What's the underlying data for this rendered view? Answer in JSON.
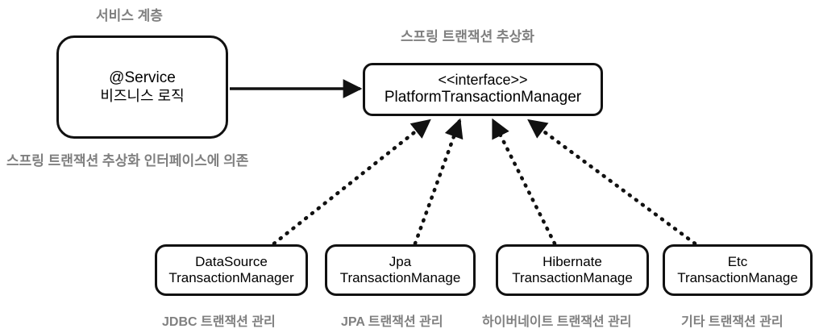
{
  "diagram": {
    "title_captions": {
      "service_layer": "서비스 계층",
      "spring_tx_abstraction": "스프링 트랜잭션 추상화",
      "depends_on_interface": "스프링 트랜잭션 추상화 인터페이스에 의존"
    },
    "service_node": {
      "line1": "@Service",
      "line2": "비즈니스 로직"
    },
    "interface_node": {
      "line1": "<<interface>>",
      "line2": "PlatformTransactionManager"
    },
    "implementations": [
      {
        "line1": "DataSource",
        "line2": "TransactionManager",
        "caption": "JDBC 트랜잭션 관리"
      },
      {
        "line1": "Jpa",
        "line2": "TransactionManage",
        "caption": "JPA 트랜잭션 관리"
      },
      {
        "line1": "Hibernate",
        "line2": "TransactionManage",
        "caption": "하이버네이트 트랜잭션 관리"
      },
      {
        "line1": "Etc",
        "line2": "TransactionManage",
        "caption": "기타 트랜잭션 관리"
      }
    ],
    "colors": {
      "background": "#ffffff",
      "node_border": "#111111",
      "node_fill": "#ffffff",
      "node_text": "#000000",
      "caption_text": "#808080",
      "edge": "#111111"
    },
    "edges": {
      "dependency": {
        "style": "solid",
        "from": "service_node",
        "to": "interface_node"
      },
      "realizations": {
        "style": "dotted",
        "from": "implementations",
        "to": "interface_node",
        "count": 4
      }
    }
  }
}
